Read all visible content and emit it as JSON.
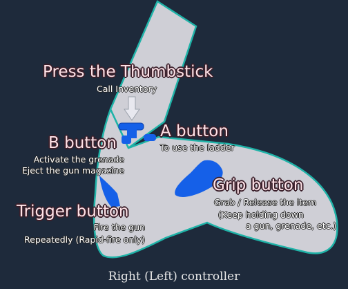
{
  "colors": {
    "background": "#1e2a3b",
    "controller_body": "#cfcfd6",
    "controller_outline": "#1fb3a8",
    "button_blue": "#1560e8",
    "label_pink": "#ffe3e8"
  },
  "labels": {
    "thumbstick": {
      "title": "Press the Thumbstick",
      "lines": [
        "Call Inventory"
      ]
    },
    "b_button": {
      "title": "B button",
      "lines": [
        "Activate the grenade",
        "Eject the gun magazine"
      ]
    },
    "a_button": {
      "title": "A button",
      "lines": [
        "To use the ladder"
      ]
    },
    "grip_button": {
      "title": "Grip button",
      "lines": [
        "Grab / Release the item",
        "(Keep holding down",
        "a gun, grenade, etc.)"
      ]
    },
    "trigger_button": {
      "title": "Trigger button",
      "lines": [
        "Fire the gun",
        "Repeatedly (Rapid-fire only)"
      ]
    }
  },
  "caption": "Right (Left) controller"
}
